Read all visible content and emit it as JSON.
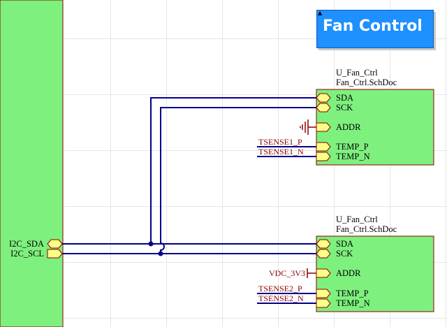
{
  "title_note": {
    "text": "Fan Control",
    "color": "#1e90ff"
  },
  "parent_ports": {
    "sda": "I2C_SDA",
    "scl": "I2C_SCL"
  },
  "sheet_top": {
    "designator": "U_Fan_Ctrl",
    "filename": "Fan_Ctrl.SchDoc",
    "ports": [
      "SDA",
      "SCK",
      "ADDR",
      "TEMP_P",
      "TEMP_N"
    ],
    "net_labels": {
      "temp_p": "TSENSE1_P",
      "temp_n": "TSENSE1_N"
    },
    "addr_connection": "ground"
  },
  "sheet_bottom": {
    "designator": "U_Fan_Ctrl",
    "filename": "Fan_Ctrl.SchDoc",
    "ports": [
      "SDA",
      "SCK",
      "ADDR",
      "TEMP_P",
      "TEMP_N"
    ],
    "net_labels": {
      "temp_p": "TSENSE2_P",
      "temp_n": "TSENSE2_N"
    },
    "addr_connection": "VDC_3V3"
  },
  "colors": {
    "sheet_fill": "#7ef07e",
    "sheet_border": "#8b0000",
    "wire": "#00008b",
    "port_fill": "#ffff88",
    "net_label": "#8b0000"
  }
}
